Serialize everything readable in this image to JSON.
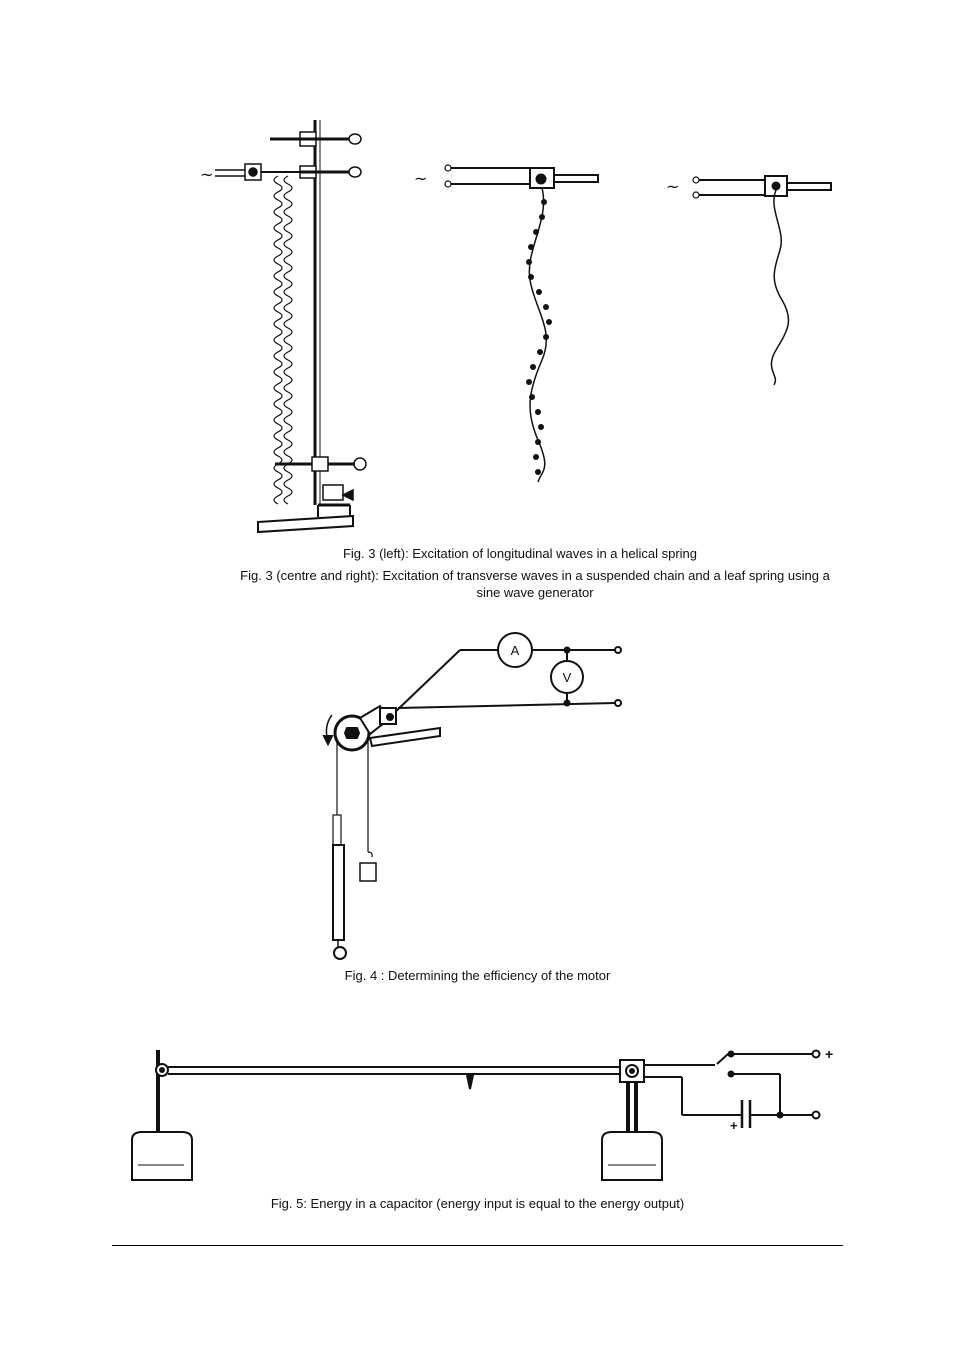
{
  "figures": {
    "fig3": {
      "caption_line1": "Fig. 3 (left): Excitation of longitudinal waves in a helical spring",
      "caption_line2": "Fig. 3 (centre and right): Excitation of transverse waves in a suspended chain and a leaf spring using a",
      "caption_line3": "sine wave generator",
      "ac_symbol": "~"
    },
    "fig4": {
      "caption": "Fig. 4 : Determining the efficiency of the motor",
      "ammeter_label": "A",
      "voltmeter_label": "V"
    },
    "fig5": {
      "caption": "Fig. 5: Energy in a capacitor (energy input is equal to the energy output)",
      "plus_terminal": "+",
      "capacitor_plus": "+"
    }
  }
}
